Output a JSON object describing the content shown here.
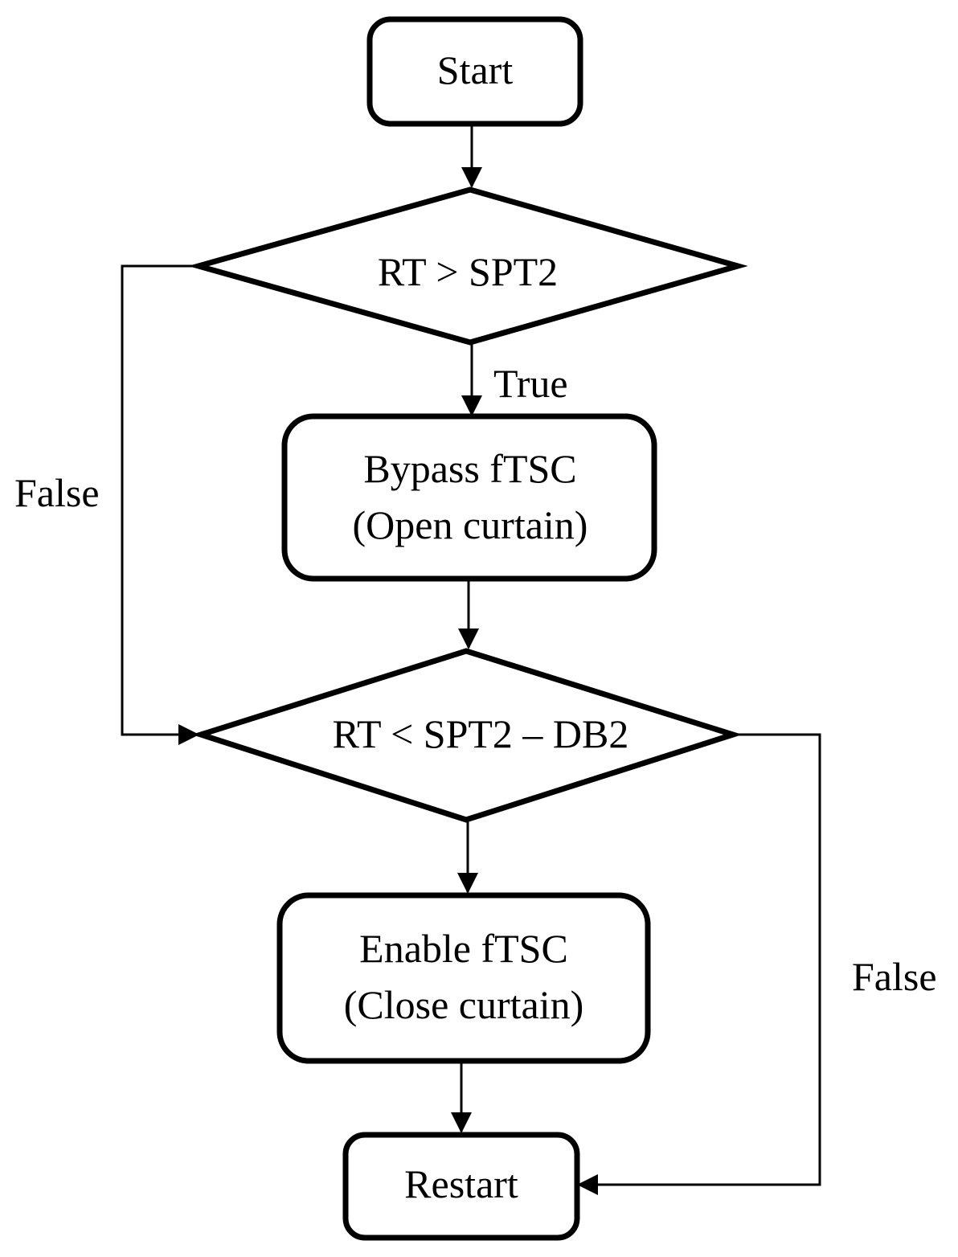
{
  "nodes": {
    "start": "Start",
    "decision1": "RT > SPT2",
    "bypass_line1": "Bypass fTSC",
    "bypass_line2": "(Open curtain)",
    "decision2": "RT < SPT2 – DB2",
    "enable_line1": "Enable fTSC",
    "enable_line2": "(Close curtain)",
    "restart": "Restart"
  },
  "edges": {
    "d1_true": "True",
    "d1_false": "False",
    "d2_false": "False"
  }
}
